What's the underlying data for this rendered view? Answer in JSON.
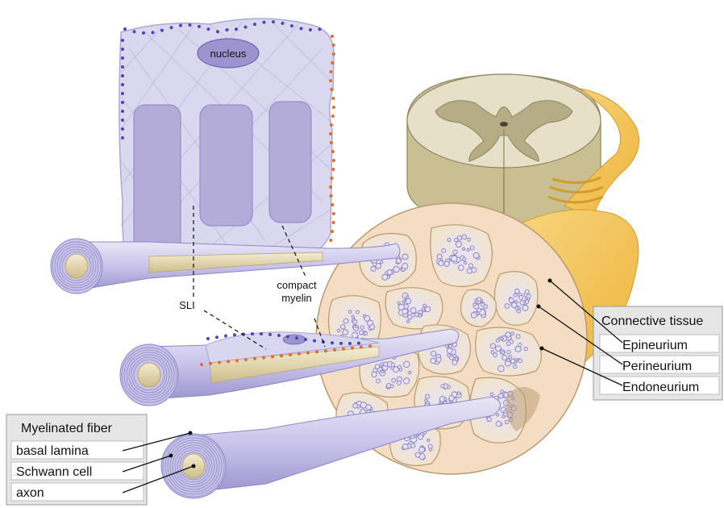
{
  "labels": {
    "nucleus": "nucleus",
    "sli": "SLI",
    "compact_myelin": [
      "compact",
      "myelin"
    ]
  },
  "connective_tissue": {
    "title": "Connective tissue",
    "items": [
      "Epineurium",
      "Perineurium",
      "Endoneurium"
    ]
  },
  "myelinated_fiber": {
    "title": "Myelinated fiber",
    "items": [
      "basal lamina",
      "Schwann cell",
      "axon"
    ]
  },
  "colors": {
    "schwann_fill": "#d9d6ef",
    "schwann_edge": "#8c86c6",
    "myelin_block": "#b3acd8",
    "axon": "#e8dcb4",
    "nerve_fill": "#f4ddc2",
    "fascicle": "#f1e4cc",
    "spinal_white": "#e6e0c8",
    "spinal_gray": "#b6ad86",
    "spinal_side": "#c9bf92",
    "yellow_nerve": "#f4c45a",
    "dot_blue": "#4a45b8",
    "dot_orange": "#e56b1f",
    "label_box": "#e6e6e6"
  }
}
